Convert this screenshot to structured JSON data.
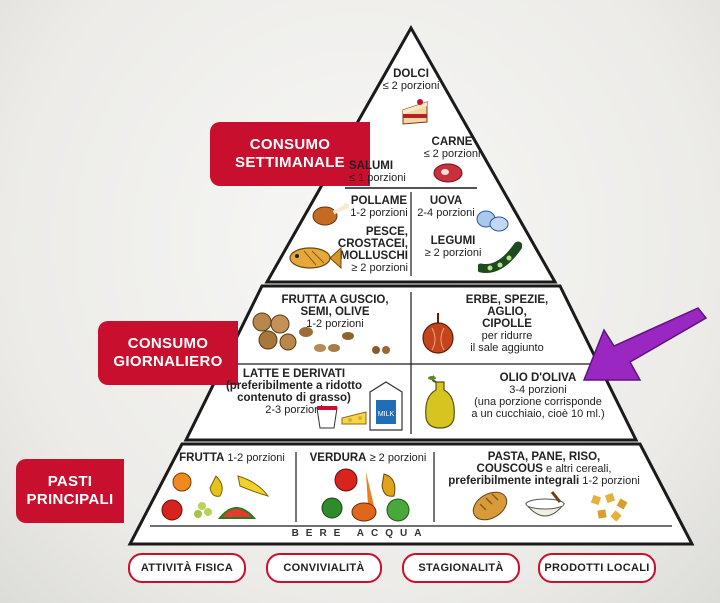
{
  "ribbons": {
    "weekly": [
      "CONSUMO",
      "SETTIMANALE"
    ],
    "daily": [
      "CONSUMO",
      "GIORNALIERO"
    ],
    "meals": [
      "PASTI",
      "PRINCIPALI"
    ]
  },
  "weekly": {
    "dolci": {
      "name": "DOLCI",
      "portion": "≤ 2 porzioni"
    },
    "carne": {
      "name": "CARNE",
      "portion": "≤ 2 porzioni"
    },
    "salumi": {
      "name": "SALUMI",
      "portion": "≤ 1 porzioni"
    },
    "pollame": {
      "name": "POLLAME",
      "portion": "1-2 porzioni"
    },
    "uova": {
      "name": "UOVA",
      "portion": "2-4 porzioni"
    },
    "pesce": {
      "name": [
        "PESCE,",
        "CROSTACEI,",
        "MOLLUSCHI"
      ],
      "portion": "≥ 2 porzioni"
    },
    "legumi": {
      "name": "LEGUMI",
      "portion": "≥ 2 porzioni"
    }
  },
  "daily": {
    "frutta_guscio": {
      "name": [
        "FRUTTA A GUSCIO,",
        "SEMI, OLIVE"
      ],
      "portion": "1-2 porzioni"
    },
    "erbe": {
      "name": [
        "ERBE, SPEZIE,",
        "AGLIO,",
        "CIPOLLE"
      ],
      "note": [
        "per ridurre",
        "il sale aggiunto"
      ]
    },
    "latte": {
      "name": "LATTE E DERIVATI",
      "note": [
        "(preferibilmente a ridotto",
        "contenuto di grasso)"
      ],
      "portion": "2-3 porzioni"
    },
    "olio": {
      "name": "OLIO D'OLIVA",
      "portion": "3-4 porzioni",
      "note": [
        "(una porzione corrisponde",
        "a un cucchiaio, cioè 10 ml.)"
      ]
    }
  },
  "meals": {
    "frutta": {
      "name": "FRUTTA",
      "portion": "1-2 porzioni"
    },
    "verdura": {
      "name": "VERDURA",
      "portion": "≥ 2 porzioni"
    },
    "pasta": {
      "name": [
        "PASTA, PANE, RISO,",
        "COUSCOUS"
      ],
      "extra": "e altri cereali,",
      "extra2": "preferibilmente integrali",
      "portion": "1-2 porzioni"
    }
  },
  "water": "BERE ACQUA",
  "lifestyle": [
    "ATTIVITÀ FISICA",
    "CONVIVIALITÀ",
    "STAGIONALITÀ",
    "PRODOTTI LOCALI"
  ],
  "colors": {
    "accent": "#c8102e",
    "arrow": "#9b27c2"
  },
  "icons": [
    "cake-icon",
    "steak-icon",
    "salami-icon",
    "chicken-leg-icon",
    "eggs-icon",
    "fish-icon",
    "peas-icon",
    "nuts-icon",
    "onion-icon",
    "milk-icon",
    "cheese-icon",
    "yogurt-icon",
    "olive-oil-icon",
    "fruit-icon",
    "vegetables-icon",
    "bread-icon",
    "rice-icon",
    "pasta-icon"
  ]
}
